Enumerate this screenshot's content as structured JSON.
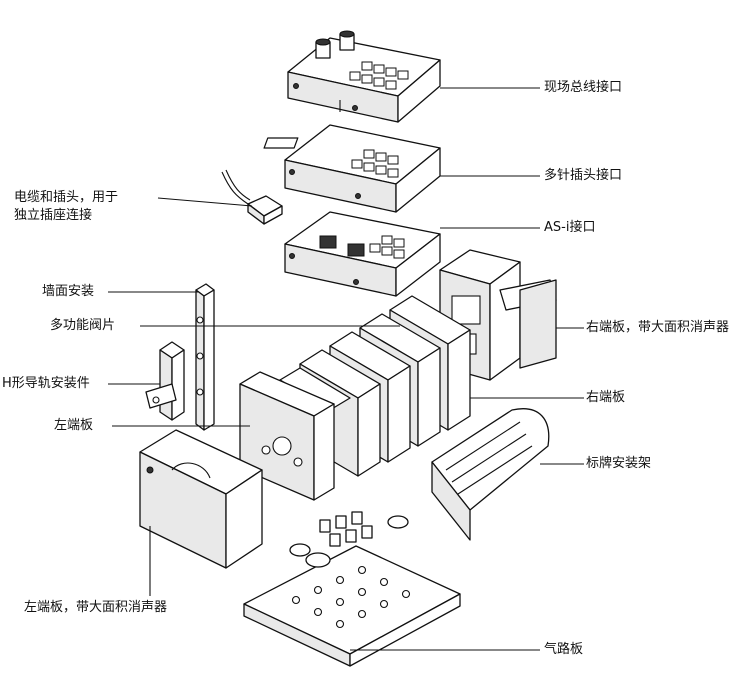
{
  "labels": {
    "fieldbus": "现场总线接口",
    "multipin": "多针插头接口",
    "cable": "电缆和插头，用于",
    "cable2": "独立插座连接",
    "asi": "AS-i接口",
    "wall": "墙面安装",
    "valve": "多功能阀片",
    "right_silencer": "右端板，带大面积消声器",
    "hrail": "H形导轨安装件",
    "right_end": "右端板",
    "left_end": "左端板",
    "sign": "标牌安装架",
    "left_silencer": "左端板，带大面积消声器",
    "base": "气路板"
  }
}
